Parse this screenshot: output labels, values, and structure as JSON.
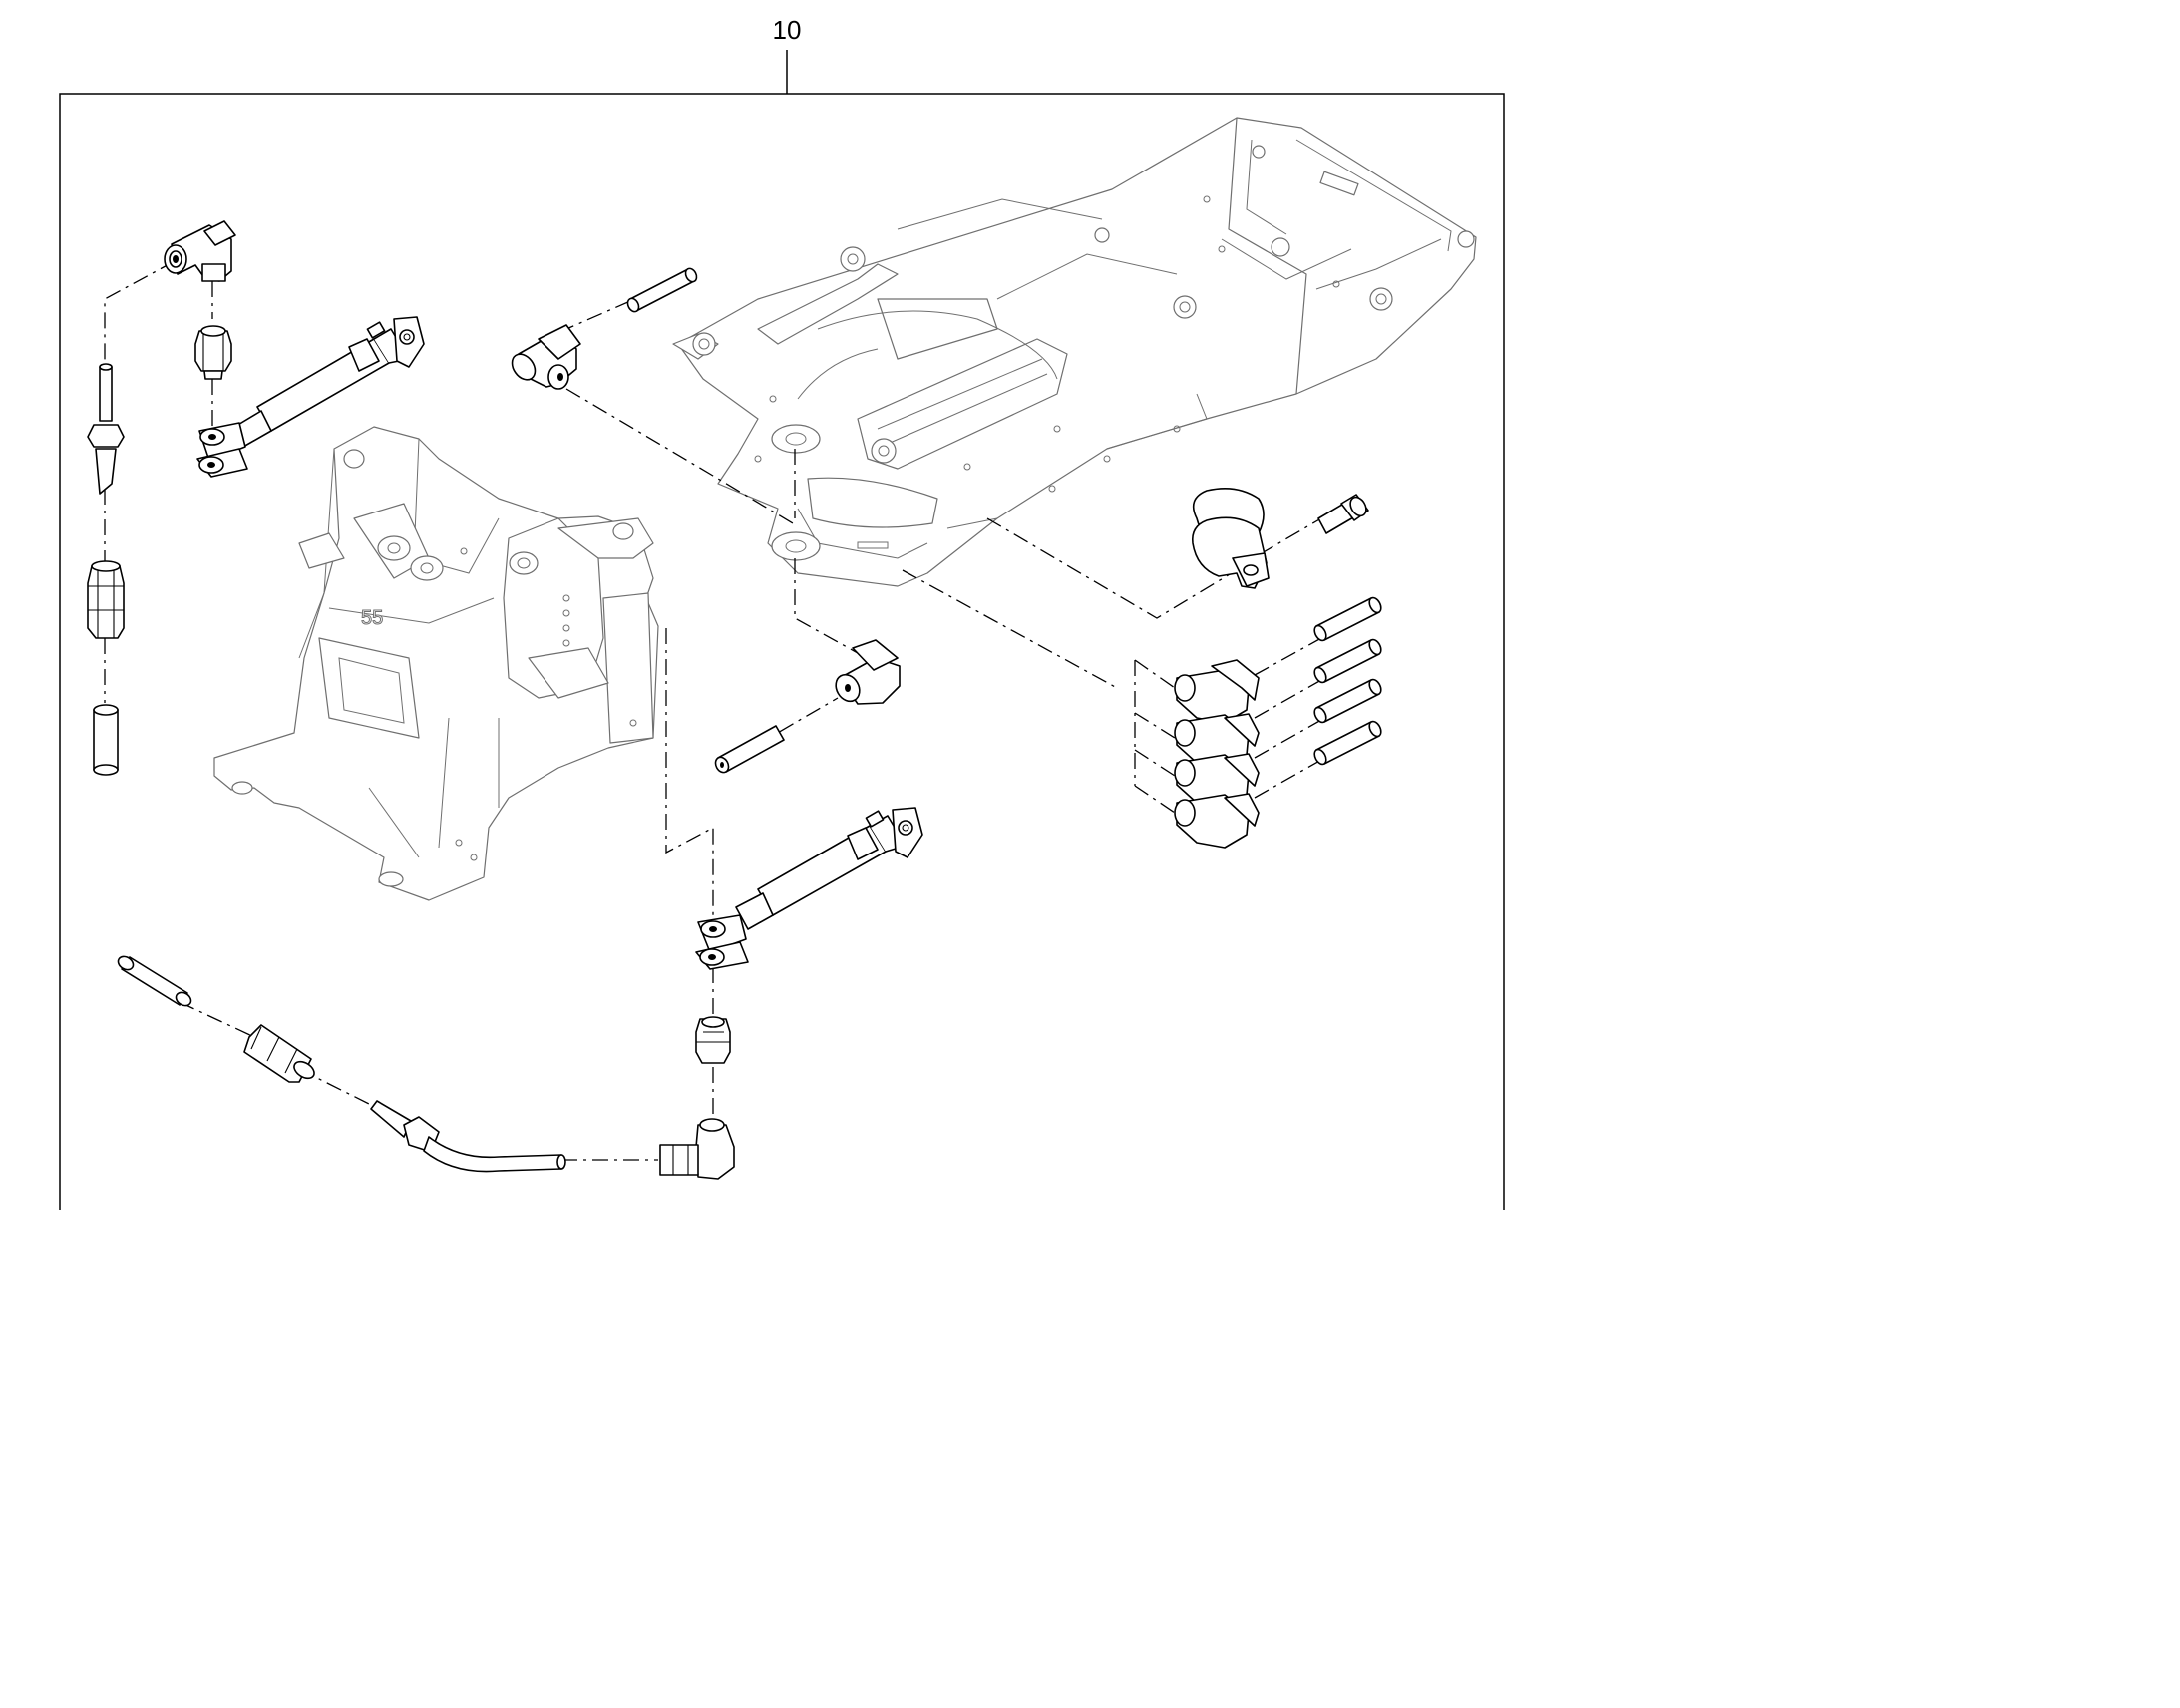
{
  "diagram": {
    "callout_number": "10",
    "decal_text": "55",
    "colors": {
      "line": "#000000",
      "context_line": "#6f6f6f",
      "background": "#ffffff"
    },
    "components": [
      "front-frame",
      "rear-frame",
      "hydraulic-cylinder-upper",
      "hydraulic-cylinder-lower",
      "elbow-fitting",
      "hex-adapter",
      "straight-fitting",
      "hose-coupling",
      "hose-sleeve",
      "bent-tube",
      "hose-clamp",
      "cap-screw",
      "elbow-fitting-group"
    ]
  }
}
